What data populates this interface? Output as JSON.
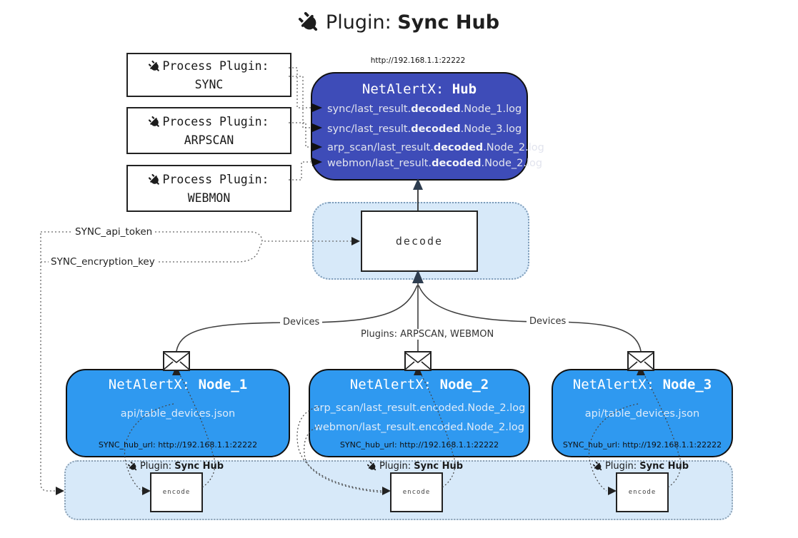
{
  "title": {
    "prefix": "Plugin: ",
    "name": "Sync Hub"
  },
  "hub": {
    "url": "http://192.168.1.1:22222",
    "title_prefix": "NetAlertX: ",
    "title_name": "Hub",
    "logs": [
      {
        "pre": "sync/last_result.",
        "mid": "decoded",
        "post": ".Node_1.log"
      },
      {
        "pre": "sync/last_result.",
        "mid": "decoded",
        "post": ".Node_3.log"
      },
      {
        "pre": "arp_scan/last_result.",
        "mid": "decoded",
        "post": ".Node_2.log"
      },
      {
        "pre": "webmon/last_result.",
        "mid": "decoded",
        "post": ".Node_2.log"
      }
    ]
  },
  "process_plugins": [
    {
      "label": "Process Plugin:",
      "name": "SYNC"
    },
    {
      "label": "Process Plugin:",
      "name": "ARPSCAN"
    },
    {
      "label": "Process Plugin:",
      "name": "WEBMON"
    }
  ],
  "decode_label": "decode",
  "encode_label": "encode",
  "secrets": {
    "api_token": "SYNC_api_token",
    "encryption_key": "SYNC_encryption_key"
  },
  "edge_labels": {
    "devices_left": "Devices",
    "plugins_center": "Plugins: ARPSCAN, WEBMON",
    "devices_right": "Devices"
  },
  "sync_plugin_label": {
    "prefix": "Plugin: ",
    "name": "Sync Hub"
  },
  "nodes": [
    {
      "title_prefix": "NetAlertX: ",
      "title_name": "Node_1",
      "files": [
        "api/table_devices.json"
      ],
      "hub_url": "SYNC_hub_url: http://192.168.1.1:22222"
    },
    {
      "title_prefix": "NetAlertX: ",
      "title_name": "Node_2",
      "files": [
        "arp_scan/last_result.encoded.Node_2.log",
        "webmon/last_result.encoded.Node_2.log"
      ],
      "hub_url": "SYNC_hub_url: http://192.168.1.1:22222"
    },
    {
      "title_prefix": "NetAlertX: ",
      "title_name": "Node_3",
      "files": [
        "api/table_devices.json"
      ],
      "hub_url": "SYNC_hub_url: http://192.168.1.1:22222"
    }
  ],
  "colors": {
    "hub_fill": "#3e4cb8",
    "node_fill": "#2f99f0",
    "container_fill": "#d7e9f9",
    "hub_text": "#e2e4ee",
    "node_text": "#ddebfa"
  }
}
